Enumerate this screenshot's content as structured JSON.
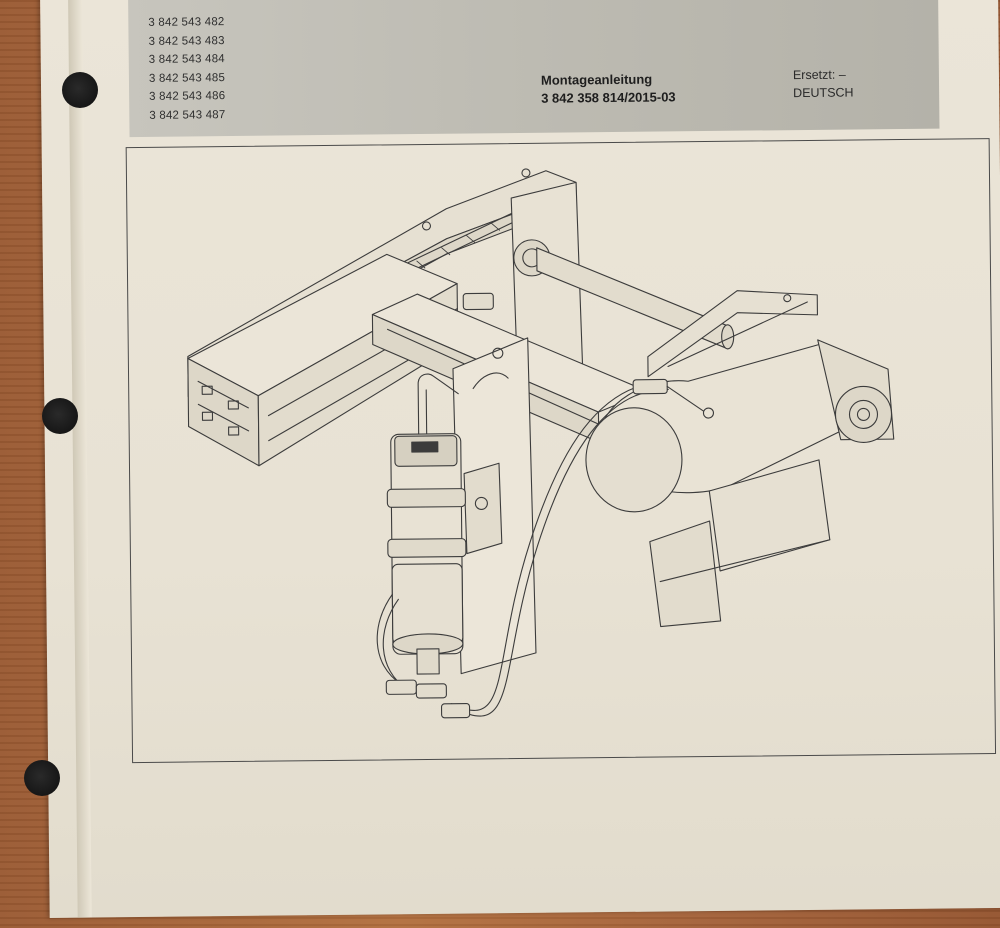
{
  "document": {
    "part_numbers": [
      "3 842 543 482",
      "3 842 543 483",
      "3 842 543 484",
      "3 842 543 485",
      "3 842 543 486",
      "3 842 543 487"
    ],
    "title": "Montageanleitung",
    "doc_number": "3 842 358 814/2015-03",
    "replaces": "Ersetzt: –",
    "language": "DEUTSCH"
  }
}
